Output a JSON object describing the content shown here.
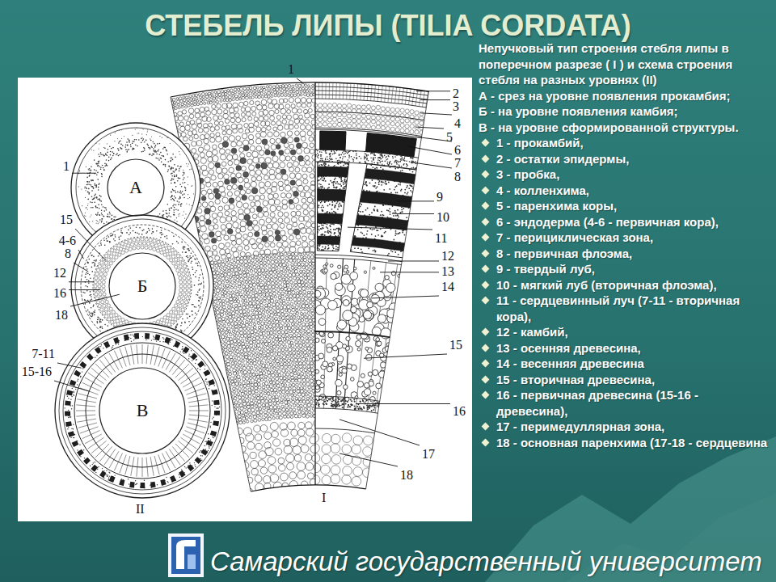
{
  "diagram": {
    "title": "СТЕБЕЛЬ ЛИПЫ (TILIA CORDATA)",
    "nodes": [
      {
        "text": [
          "А"
        ]
      },
      {
        "text": [
          "Б"
        ]
      },
      {
        "text": [
          "В"
        ]
      }
    ],
    "labels": [
      "Непучковый тип строения стебля липы в поперечном разрезе ( I ) и схема строения стебля на разных уровнях (II)",
      "А - срез на уровне появления прокамбия;",
      "Б - на уровне появления камбия;",
      "В - на уровне сформированной структуры.",
      "1 - прокамбий,",
      "2 - остатки эпидермы,",
      "3 - пробка,",
      "4 - колленхима,",
      "5 - паренхима коры,",
      "6 - эндодерма (4-6 - первичная кора),",
      "7 - перициклическая зона,",
      "8 - первичная флоэма,",
      "9 - твердый луб,",
      "10 - мягкий луб (вторичная флоэма),",
      "11 - сердцевинный луч (7-11 - вторичная кора),",
      "12 - камбий,",
      "13 - осенняя древесина,",
      "14 - весенняя древесина",
      "15 - вторичная древесина,",
      "16 - первичная древесина (15-16 - древесина),",
      "17 - перимедуллярная зона,",
      "18 - основная паренхима (17-18 - сердцевина",
      "1",
      "2",
      "3",
      "4",
      "5",
      "6",
      "7",
      "8",
      "9",
      "10",
      "11",
      "12",
      "13",
      "14",
      "15",
      "16",
      "17",
      "18",
      "I",
      "1",
      "15",
      "4-6",
      "8",
      "12",
      "16",
      "18",
      "7-11",
      "15-16",
      "II",
      "Самарский государственный университет"
    ]
  }
}
